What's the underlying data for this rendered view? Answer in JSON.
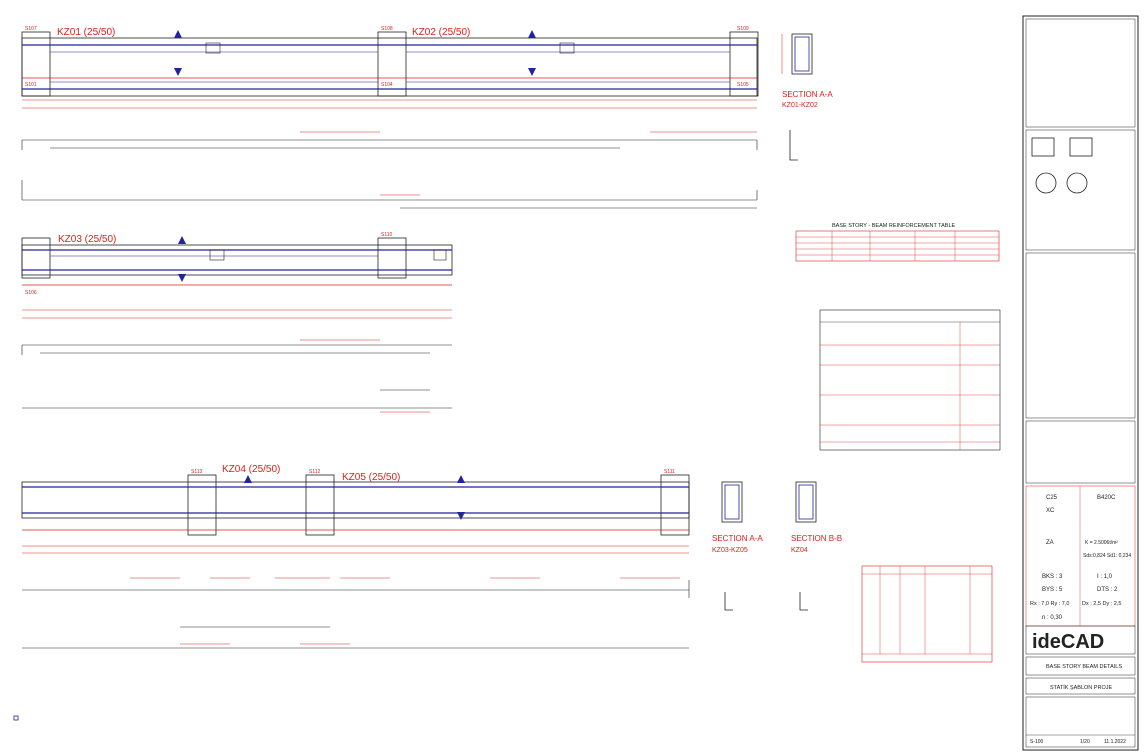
{
  "beams": {
    "kz01": "KZ01 (25/50)",
    "kz02": "KZ02 (25/50)",
    "kz03": "KZ03 (25/50)",
    "kz04": "KZ04 (25/50)",
    "kz05": "KZ05 (25/50)"
  },
  "columns": {
    "s107": "S107",
    "s108": "S108",
    "s109": "S109",
    "s110": "S110",
    "s111": "S111",
    "s112": "S112",
    "s101": "S101",
    "s104": "S104",
    "s105": "S105",
    "s106": "S106",
    "s113": "S113"
  },
  "sections": {
    "aa_1": "SECTION A-A",
    "aa_1_sub": "KZ01-KZ02",
    "aa_2": "SECTION A-A",
    "aa_2_sub": "KZ03-KZ05",
    "bb": "SECTION B-B",
    "bb_sub": "KZ04"
  },
  "table": {
    "title": "BASE STORY - BEAM REINFORCEMENT TABLE"
  },
  "title_block": {
    "concrete_class": "C25",
    "steel_class": "B420C",
    "exposure": "XC",
    "soil": "ZA",
    "importance": "I : 1,0",
    "dtstr": "DTS : 2",
    "bks": "BKS : 3",
    "bys": "BYS : 5",
    "r_values": "Rx : 7,0   Ry : 7,0",
    "d_values": "Dx : 2,5   Dy : 2,5",
    "n_value": "n : 0,30",
    "sds": "K = 2.5006t/m²",
    "sd1": "Sds:0,824  Sd1: 0,234",
    "brand": "ideCAD",
    "drawing_title": "BASE STORY BEAM DETAILS",
    "project": "STATİK ŞABLON PROJE",
    "sheet_no": "S-100",
    "scale": "1/20",
    "date": "11.1.2022"
  }
}
